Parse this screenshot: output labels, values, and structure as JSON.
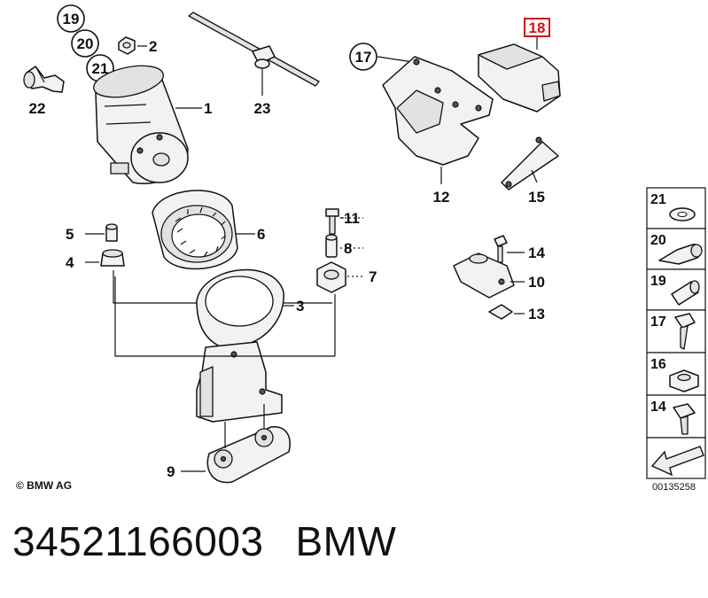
{
  "diagram": {
    "callouts": {
      "c1": "1",
      "c2": "2",
      "c3": "3",
      "c4": "4",
      "c5": "5",
      "c6": "6",
      "c7": "7",
      "c8": "8",
      "c9": "9",
      "c10": "10",
      "c11": "11",
      "c12": "12",
      "c13": "13",
      "c14": "14",
      "c15": "15",
      "c17": "17",
      "c18": "18",
      "c19": "19",
      "c20": "20",
      "c21": "21",
      "c22": "22",
      "c23": "23"
    },
    "highlighted_part": "18",
    "legend": [
      "21",
      "20",
      "19",
      "17",
      "16",
      "14"
    ],
    "copyright": "© BMW AG",
    "image_number": "00135258"
  },
  "caption": {
    "part_number": "34521166003",
    "brand": "BMW"
  },
  "colors": {
    "highlight": "#d01020",
    "line": "#111111"
  }
}
